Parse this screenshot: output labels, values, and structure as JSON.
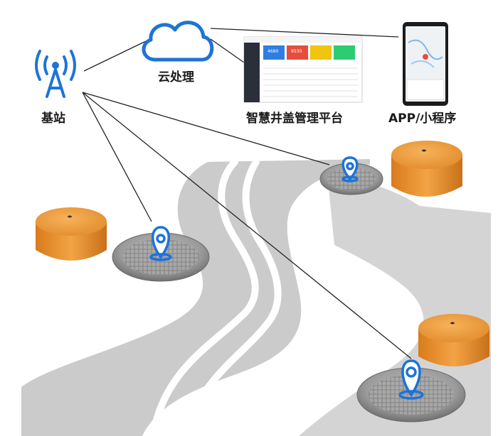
{
  "labels": {
    "base_station": "基站",
    "cloud": "云处理",
    "platform": "智慧井盖管理平台",
    "app": "APP/小程序"
  },
  "dashboard": {
    "stat1": "4680",
    "stat2": "9530"
  },
  "colors": {
    "accent_blue": "#1e73d8",
    "device_orange": "#e8902c",
    "road_gray": "#c9c9c9",
    "road_line": "#ffffff",
    "link_line": "#222222",
    "dash_blue": "#2f7de1",
    "dash_red": "#e74c3c",
    "dash_green": "#2ecc71",
    "dash_yellow": "#f1c40f"
  },
  "icons": {
    "antenna": "base-station-icon",
    "cloud": "cloud-icon",
    "pin": "location-pin-icon",
    "sensor": "sensor-device",
    "manhole": "manhole-cover"
  }
}
